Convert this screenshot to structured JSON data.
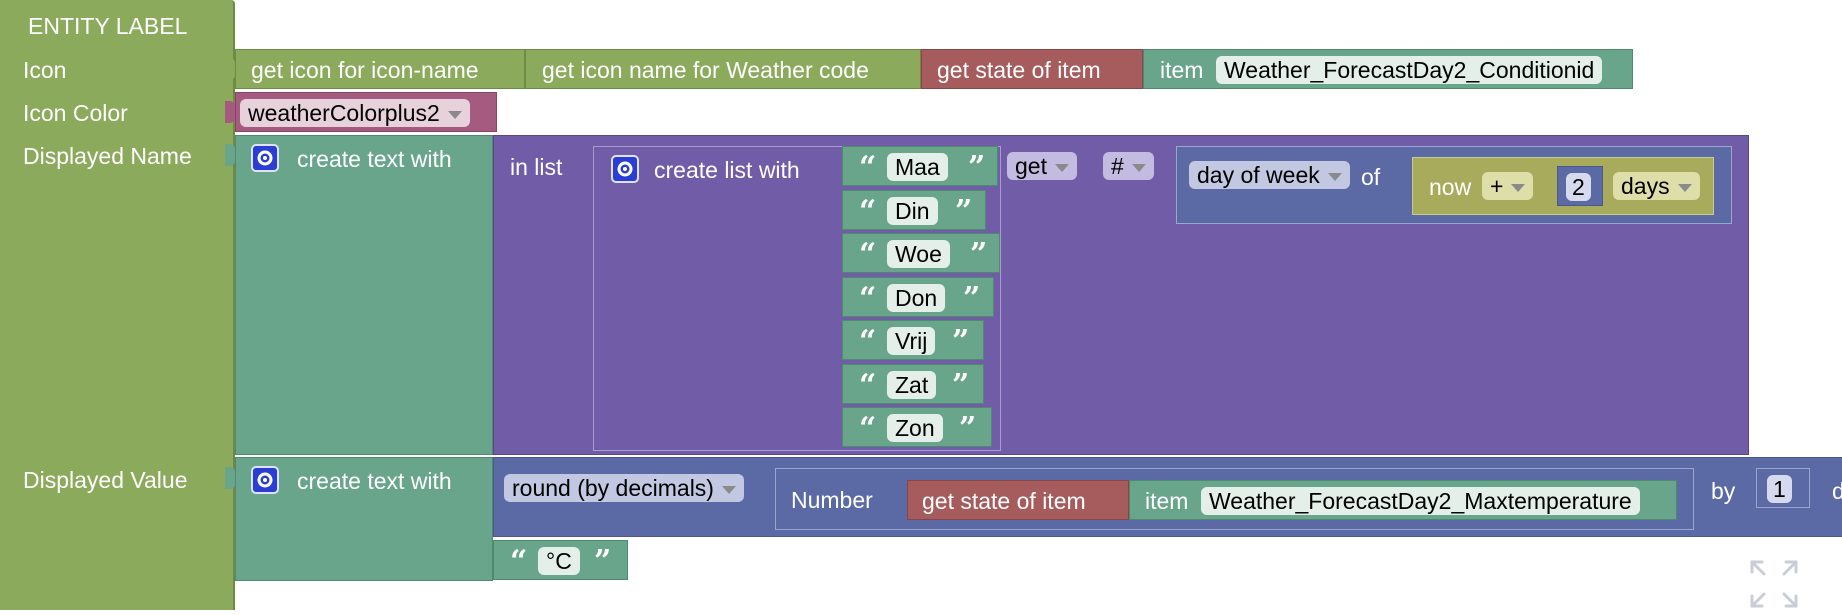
{
  "entity_label": {
    "title": "ENTITY LABEL",
    "rows": {
      "icon": "Icon",
      "icon_color": "Icon Color",
      "displayed_name": "Displayed Name",
      "displayed_value": "Displayed Value"
    }
  },
  "icon_chain": {
    "get_icon": "get icon for icon-name",
    "get_icon_name": "get icon name for Weather code",
    "get_state": "get state of item",
    "item_label": "item",
    "item_value": "Weather_ForecastDay2_Conditionid"
  },
  "icon_color": {
    "variable": "weatherColorplus2"
  },
  "displayed_name": {
    "create_text": "create text with",
    "in_list": "in list",
    "create_list": "create list with",
    "list_items": [
      "Maa",
      "Din",
      "Woe",
      "Don",
      "Vrij",
      "Zat",
      "Zon"
    ],
    "get_mode": "get",
    "index_mode": "#",
    "day_of_week": "day of week",
    "of": "of",
    "now": "now",
    "operator": "+",
    "amount": "2",
    "unit": "days"
  },
  "displayed_value": {
    "create_text": "create text with",
    "round": "round (by decimals)",
    "number": "Number",
    "get_state": "get state of item",
    "item_label": "item",
    "item_value": "Weather_ForecastDay2_Maxtemperature",
    "by": "by",
    "decimals": "1",
    "cut_off": "d",
    "unit_text": "°C"
  },
  "quote_open": "“",
  "quote_close": "”",
  "colors": {
    "entity_green": "#8caa5c",
    "text_teal": "#68a58b",
    "list_purple": "#715ca7",
    "math_blue": "#5b6aa5",
    "item_red": "#a65c5c",
    "var_pink": "#a55b7f",
    "date_olive": "#a8aa5c"
  }
}
